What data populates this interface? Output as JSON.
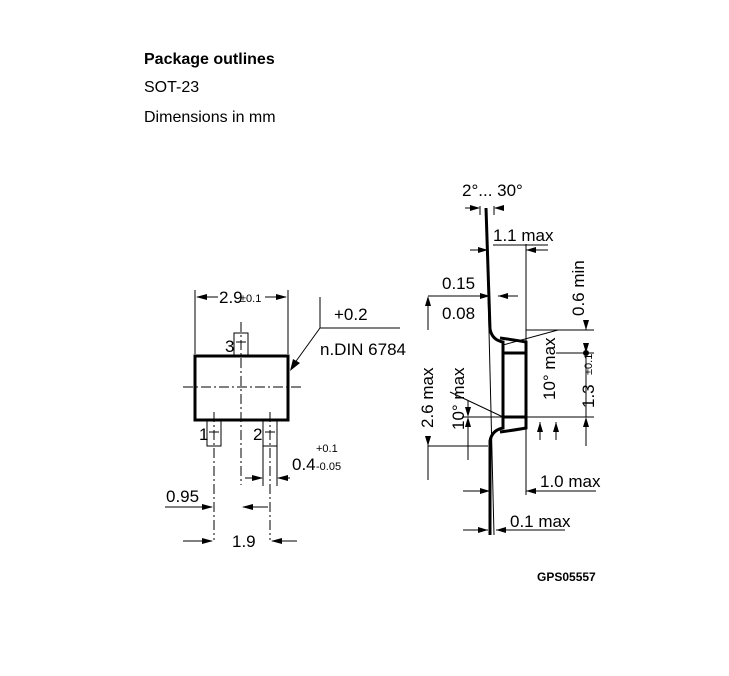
{
  "header": {
    "title": "Package outlines",
    "package": "SOT-23",
    "units": "Dimensions in mm"
  },
  "top_view": {
    "width_value": "2.9",
    "width_tol": "±0.1",
    "pin_pitch": "0.95",
    "pin_span": "1.9",
    "lead_width": "0.4",
    "lead_tol_plus": "+0.1",
    "lead_tol_minus": "-0.05",
    "edge_tol": "+0.2",
    "standard": "n.DIN 6784",
    "pins": [
      "1",
      "2",
      "3"
    ]
  },
  "side_view": {
    "angle_range": "2°... 30°",
    "lead_thick_max": "1.1 max",
    "lead_thick_top": "0.15",
    "lead_thick_bottom": "0.08",
    "standoff_min": "0.6 min",
    "height_max": "2.6 max",
    "angle_top": "10° max",
    "angle_bottom": "10° max",
    "body_height_value": "1.3",
    "body_height_tol": "±0.1",
    "body_thick_max": "1.0 max",
    "standoff_max": "0.1 max"
  },
  "figure_code": "GPS05557"
}
